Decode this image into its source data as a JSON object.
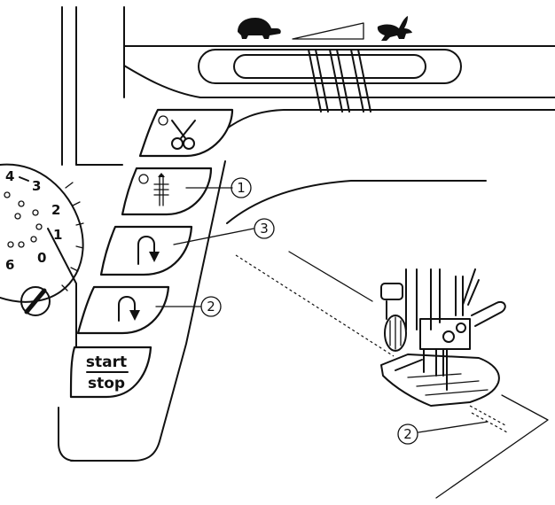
{
  "speed_slider": {
    "slow_icon": "turtle-icon",
    "fast_icon": "rabbit-icon"
  },
  "buttons": [
    {
      "id": "thread-cutter",
      "icon": "scissors-icon"
    },
    {
      "id": "needle-up-down",
      "icon": "needle-icon",
      "callout": "1"
    },
    {
      "id": "auto-lock",
      "icon": "auto-lock-stitch-icon",
      "callout": "3"
    },
    {
      "id": "reverse",
      "icon": "reverse-stitch-icon",
      "callout": "2"
    },
    {
      "id": "start-stop",
      "icon": "",
      "label_top": "start",
      "label_bottom": "stop"
    }
  ],
  "stitch_length_dial": {
    "numbers": [
      "4",
      "3",
      "2",
      "1",
      "0",
      "6"
    ]
  },
  "presser_foot_callout": "2",
  "colors": {
    "line": "#111111",
    "background": "#ffffff"
  }
}
